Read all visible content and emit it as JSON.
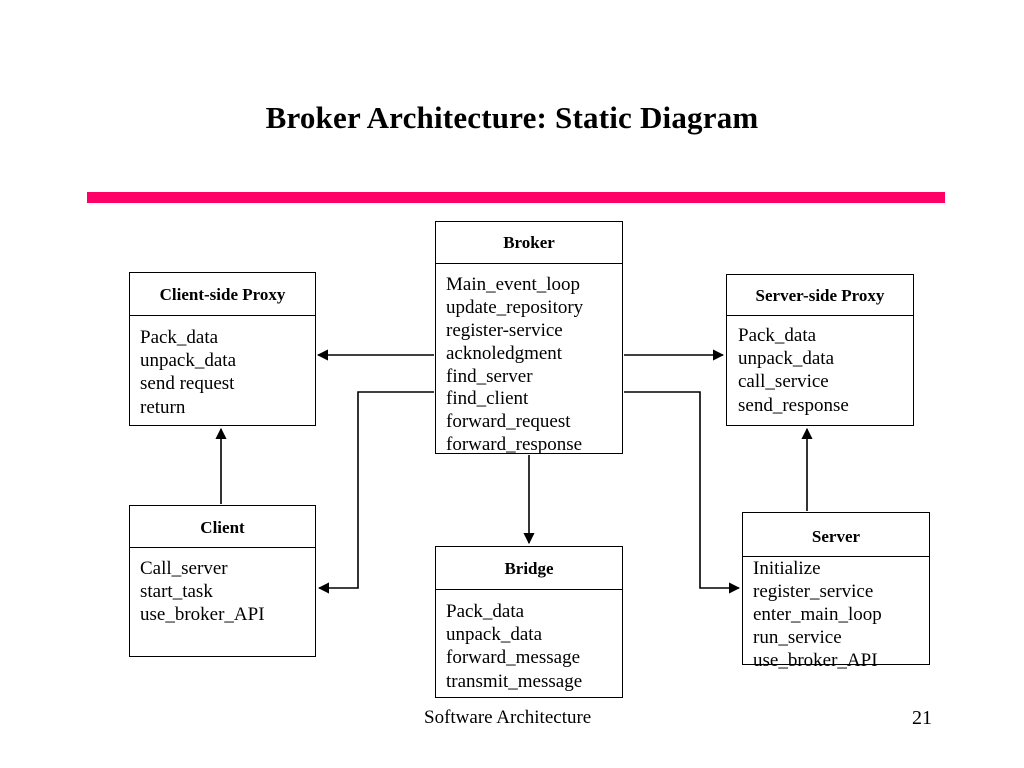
{
  "slide": {
    "title": "Broker Architecture: Static Diagram",
    "accent_color": "#FF0066",
    "background_color": "#FFFFFF",
    "line_color": "#000000"
  },
  "footer": {
    "label": "Software Architecture",
    "page_number": "21"
  },
  "diagram": {
    "type": "uml-class-diagram",
    "boxes": [
      {
        "id": "client-side-proxy",
        "title": "Client-side Proxy",
        "operations": [
          "Pack_data",
          "unpack_data",
          "send request",
          "return"
        ]
      },
      {
        "id": "broker",
        "title": "Broker",
        "operations": [
          "Main_event_loop",
          "update_repository",
          "register-service",
          "acknoledgment",
          "find_server",
          "find_client",
          "forward_request",
          "forward_response"
        ]
      },
      {
        "id": "server-side-proxy",
        "title": "Server-side Proxy",
        "operations": [
          "Pack_data",
          "unpack_data",
          "call_service",
          "send_response"
        ]
      },
      {
        "id": "client",
        "title": "Client",
        "operations": [
          "Call_server",
          "start_task",
          "use_broker_API"
        ]
      },
      {
        "id": "bridge",
        "title": "Bridge",
        "operations": [
          "Pack_data",
          "unpack_data",
          "forward_message",
          "transmit_message"
        ]
      },
      {
        "id": "server",
        "title": "Server",
        "operations": [
          "Initialize",
          "register_service",
          "enter_main_loop",
          "run_service",
          "use_broker_API"
        ]
      }
    ],
    "connectors": [
      {
        "id": "broker-to-client-side-proxy",
        "from": "broker",
        "to": "client-side-proxy",
        "arrow": "left"
      },
      {
        "id": "broker-to-server-side-proxy",
        "from": "broker",
        "to": "server-side-proxy",
        "arrow": "right"
      },
      {
        "id": "broker-to-client",
        "from": "broker",
        "to": "client",
        "arrow": "left"
      },
      {
        "id": "broker-to-server",
        "from": "broker",
        "to": "server",
        "arrow": "right"
      },
      {
        "id": "broker-to-bridge",
        "from": "broker",
        "to": "bridge",
        "arrow": "down"
      },
      {
        "id": "client-to-client-side-proxy",
        "from": "client",
        "to": "client-side-proxy",
        "arrow": "up"
      },
      {
        "id": "server-to-server-side-proxy",
        "from": "server",
        "to": "server-side-proxy",
        "arrow": "up"
      }
    ]
  }
}
